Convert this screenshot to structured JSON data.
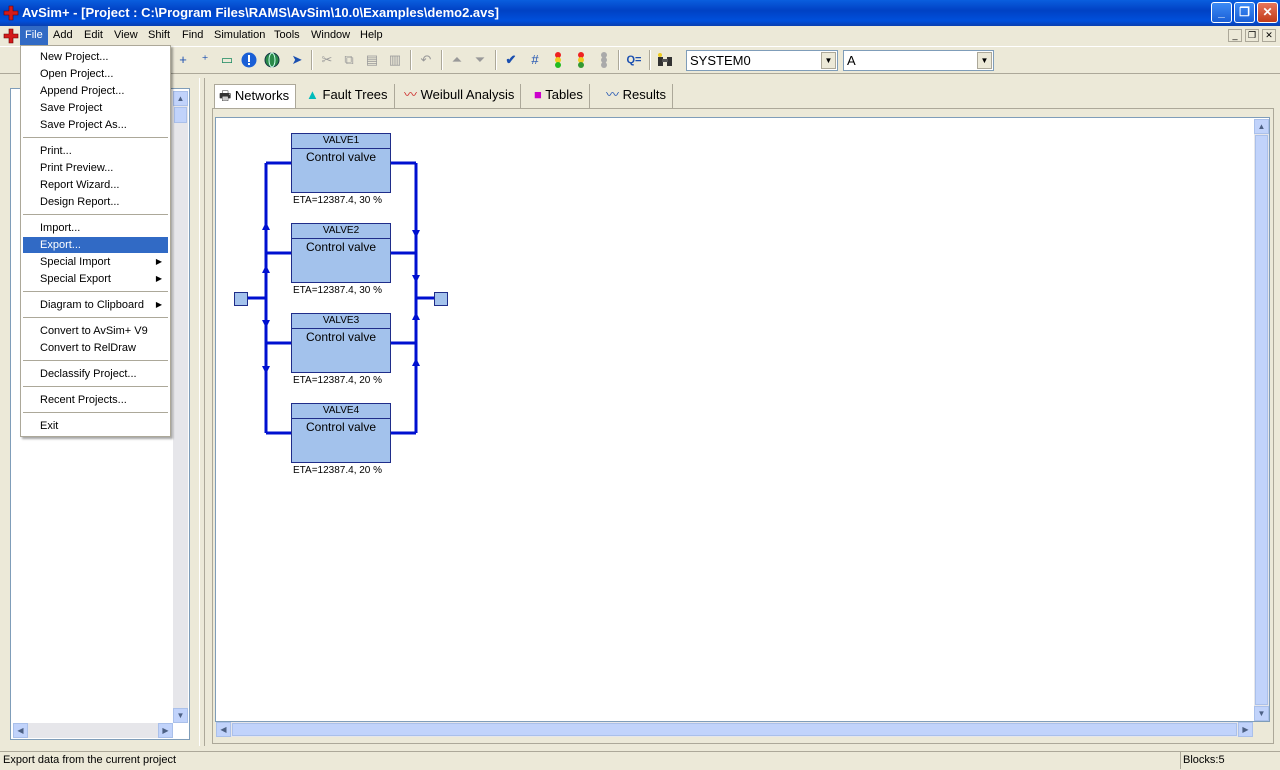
{
  "window": {
    "title": "AvSim+ - [Project : C:\\Program Files\\RAMS\\AvSim\\10.0\\Examples\\demo2.avs]"
  },
  "menubar": {
    "items": [
      "File",
      "Add",
      "Edit",
      "View",
      "Shift",
      "Find",
      "Simulation",
      "Tools",
      "Window",
      "Help"
    ]
  },
  "toolbar": {
    "system_combo": "SYSTEM0",
    "item_combo": "A"
  },
  "tabs": [
    {
      "label": "Networks"
    },
    {
      "label": "Fault Trees"
    },
    {
      "label": "Weibull Analysis"
    },
    {
      "label": "Tables"
    },
    {
      "label": "Results"
    }
  ],
  "file_menu": {
    "items": [
      "New Project...",
      "Open Project...",
      "Append Project...",
      "Save Project",
      "Save Project As...",
      "Print...",
      "Print Preview...",
      "Report Wizard...",
      "Design Report...",
      "Import...",
      "Export...",
      "Special Import",
      "Special Export",
      "Diagram to Clipboard",
      "Convert to AvSim+ V9",
      "Convert to RelDraw",
      "Declassify Project...",
      "Recent Projects...",
      "Exit"
    ],
    "highlighted": "Export..."
  },
  "diagram": {
    "blocks": [
      {
        "name": "VALVE1",
        "description": "Control valve",
        "eta": "ETA=12387.4, 30 %"
      },
      {
        "name": "VALVE2",
        "description": "Control valve",
        "eta": "ETA=12387.4, 30 %"
      },
      {
        "name": "VALVE3",
        "description": "Control valve",
        "eta": "ETA=12387.4, 20 %"
      },
      {
        "name": "VALVE4",
        "description": "Control valve",
        "eta": "ETA=12387.4, 20 %"
      }
    ],
    "line_color": "#0010d0",
    "block_color": "#a3c2ec"
  },
  "statusbar": {
    "message": "Export data from the current project",
    "blocks": "Blocks:5"
  },
  "colors": {
    "menu_highlight": "#316ac5",
    "titlebar": "#0050dc"
  }
}
